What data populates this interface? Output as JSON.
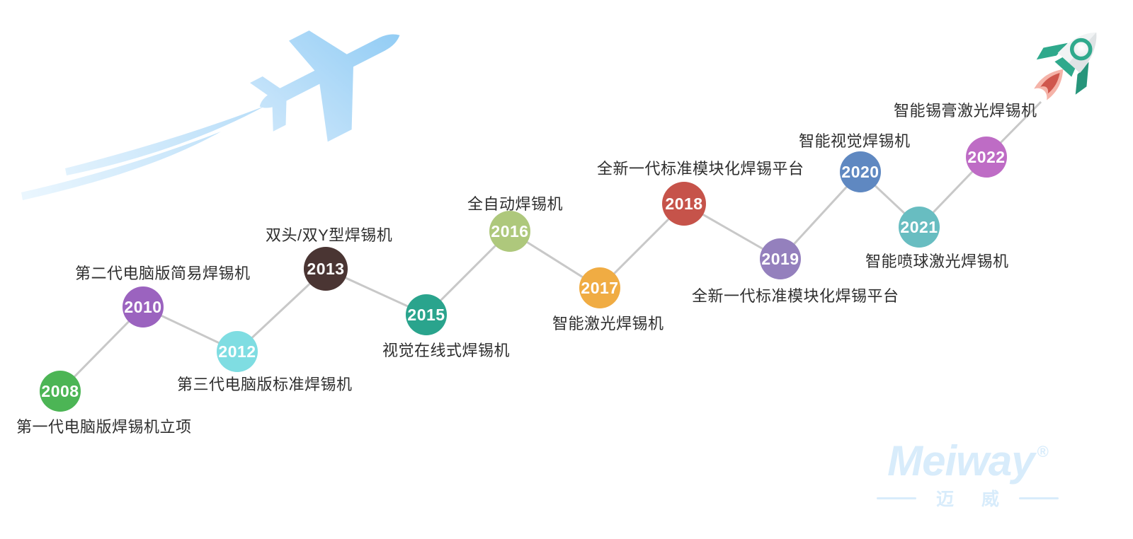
{
  "timeline": {
    "items": [
      {
        "year": "2008",
        "label": "第一代电脑版焊锡机立项",
        "color": "#4cb555",
        "label_position": "below"
      },
      {
        "year": "2010",
        "label": "第二代电脑版简易焊锡机",
        "color": "#9b63bf",
        "label_position": "above"
      },
      {
        "year": "2012",
        "label": "第三代电脑版标准焊锡机",
        "color": "#7fdde2",
        "label_position": "below"
      },
      {
        "year": "2013",
        "label": "双头/双Y型焊锡机",
        "color": "#4a3533",
        "label_position": "above"
      },
      {
        "year": "2015",
        "label": "视觉在线式焊锡机",
        "color": "#2aa48d",
        "label_position": "below"
      },
      {
        "year": "2016",
        "label": "全自动焊锡机",
        "color": "#aec87c",
        "label_position": "above"
      },
      {
        "year": "2017",
        "label": "智能激光焊锡机",
        "color": "#f0ac43",
        "label_position": "below"
      },
      {
        "year": "2018",
        "label": "全新一代标准模块化焊锡平台",
        "color": "#c6534a",
        "label_position": "above"
      },
      {
        "year": "2019",
        "label": "全新一代标准模块化焊锡平台",
        "color": "#9480bd",
        "label_position": "below"
      },
      {
        "year": "2020",
        "label": "智能视觉焊锡机",
        "color": "#5f88c1",
        "label_position": "above"
      },
      {
        "year": "2021",
        "label": "智能喷球激光焊锡机",
        "color": "#68bdc1",
        "label_position": "below"
      },
      {
        "year": "2022",
        "label": "智能锡膏激光焊锡机",
        "color": "#be6cc5",
        "label_position": "above"
      }
    ],
    "year_text_color": "#ffffff",
    "label_text_color": "#2e2e2e"
  },
  "decor": {
    "connector_color": "#c8c8c8",
    "plane_blue_dark": "#8fcbf4",
    "plane_blue_light": "#cde7fb",
    "rocket_teal": "#2fa98c",
    "rocket_body": "#f1f3f4",
    "flame_outer": "#f5b3a8",
    "flame_inner": "#cf564c"
  },
  "watermark": {
    "brand": "Meiway",
    "registered": "®",
    "cjk": "迈 威",
    "color": "#d8ecfb"
  }
}
